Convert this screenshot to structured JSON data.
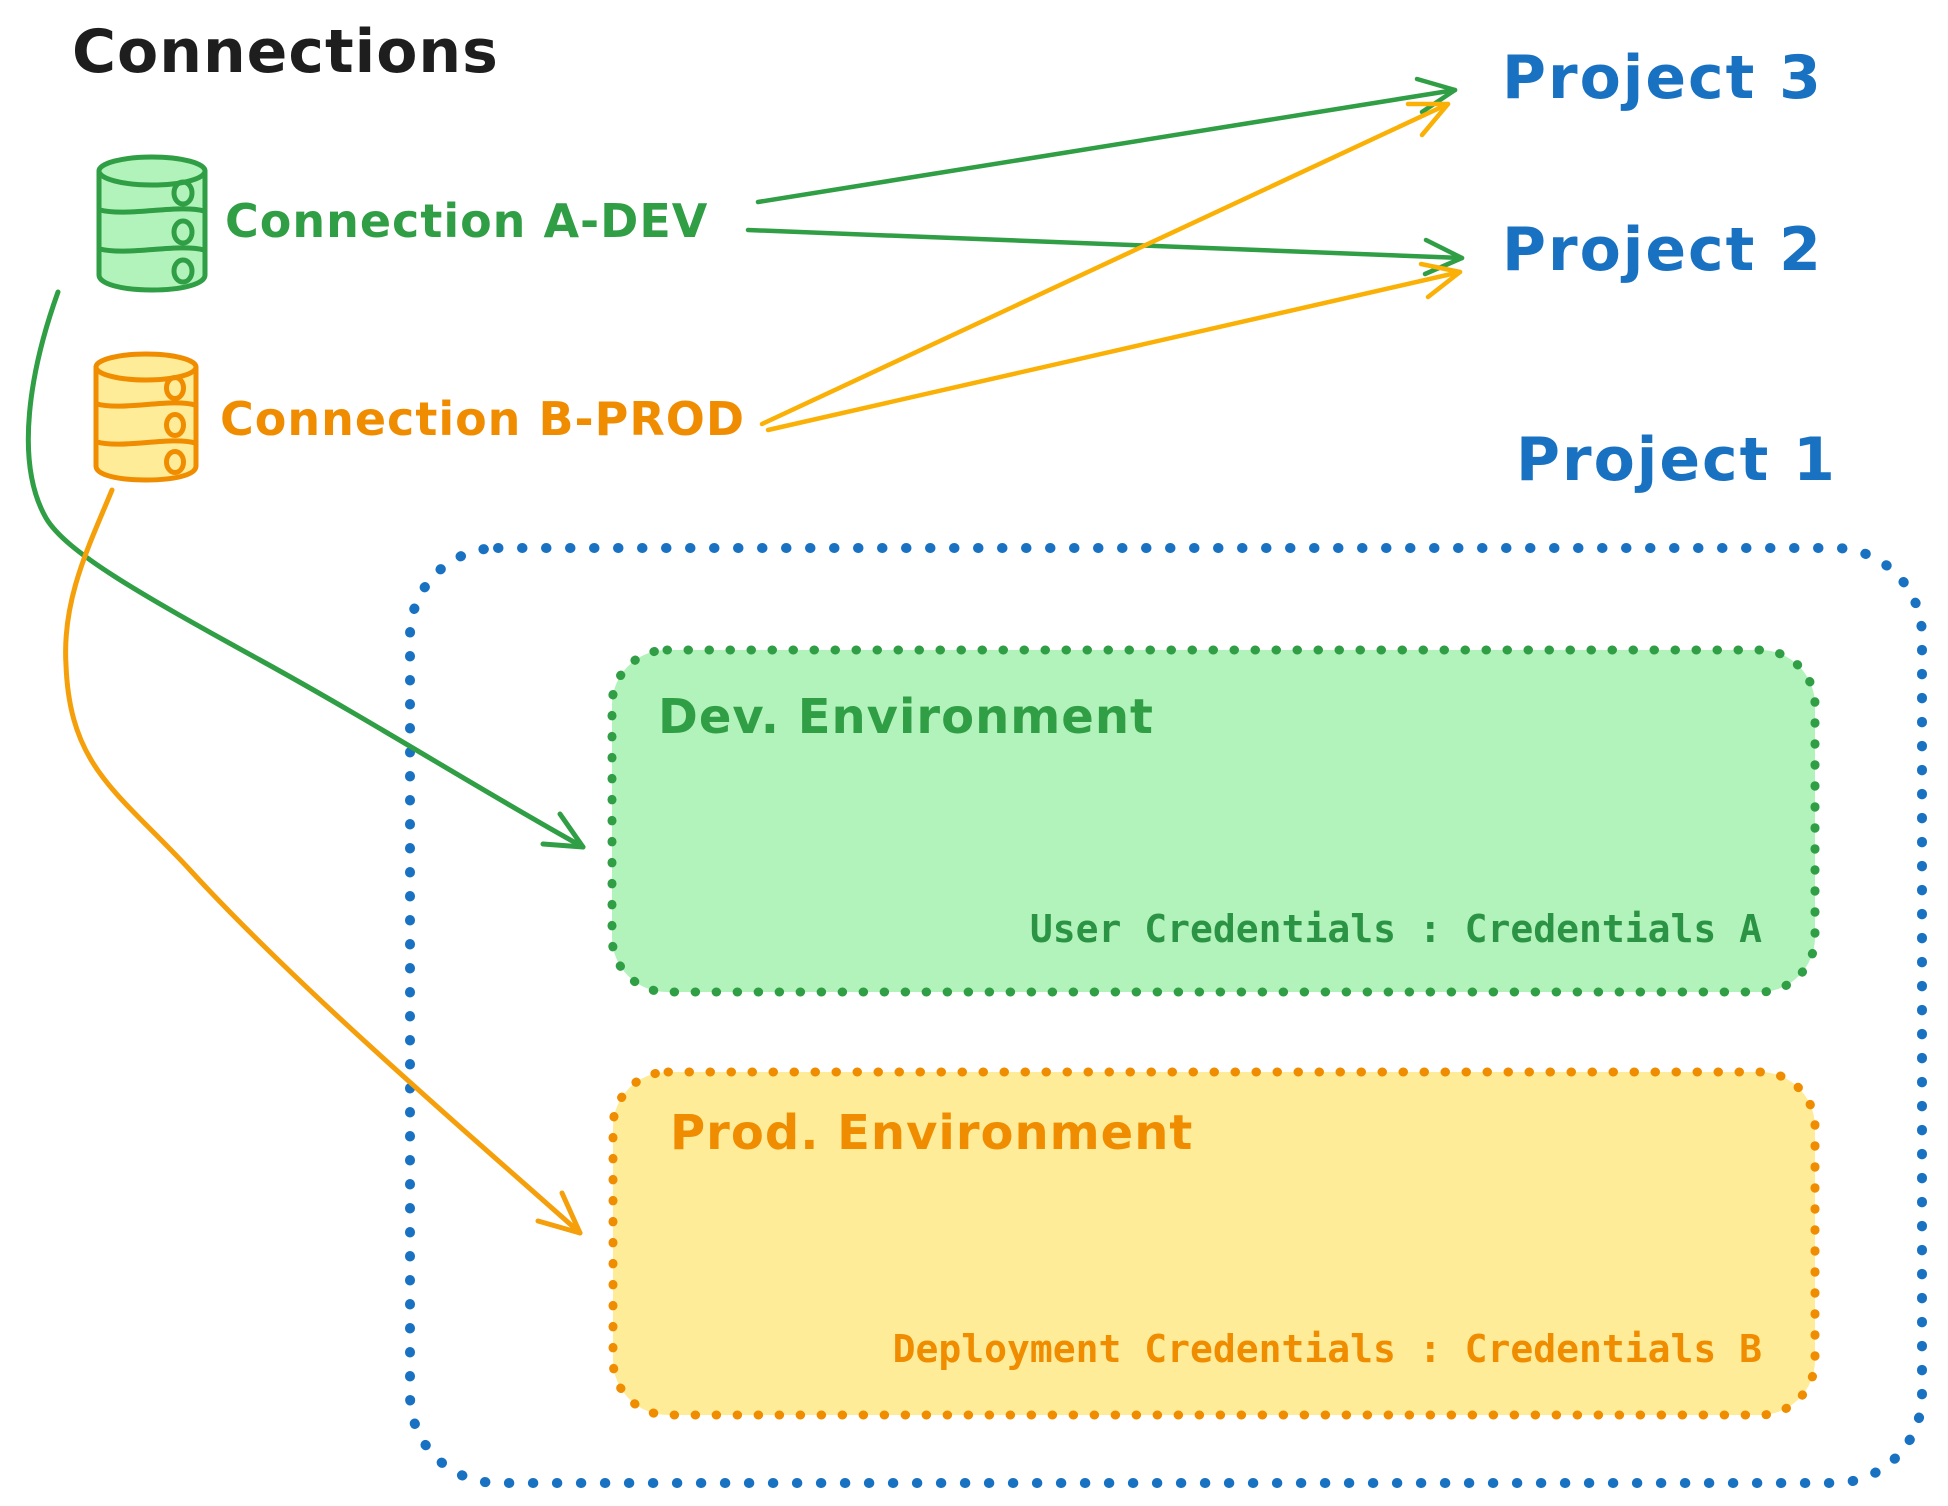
{
  "diagram_title": "Connections",
  "connections": {
    "a_dev": {
      "label": "Connection A-DEV"
    },
    "b_prod": {
      "label": "Connection B-PROD"
    }
  },
  "projects": {
    "project3": {
      "label": "Project 3"
    },
    "project2": {
      "label": "Project 2"
    },
    "project1": {
      "label": "Project 1"
    }
  },
  "environments": {
    "dev": {
      "title": "Dev. Environment",
      "credentials_label": "User Credentials : Credentials A"
    },
    "prod": {
      "title": "Prod. Environment",
      "credentials_label": "Deployment Credentials : Credentials B"
    }
  },
  "icons": {
    "a_dev_icon": "database-icon",
    "b_prod_icon": "database-icon"
  },
  "colors": {
    "title_text": "#1e1e1e",
    "green_stroke": "#2f9e44",
    "green_fill": "#b2f2bb",
    "orange_stroke": "#f08c00",
    "orange_arrow": "#fab005",
    "yellow_fill": "#ffec99",
    "blue": "#1971c2",
    "background": "#ffffff"
  }
}
